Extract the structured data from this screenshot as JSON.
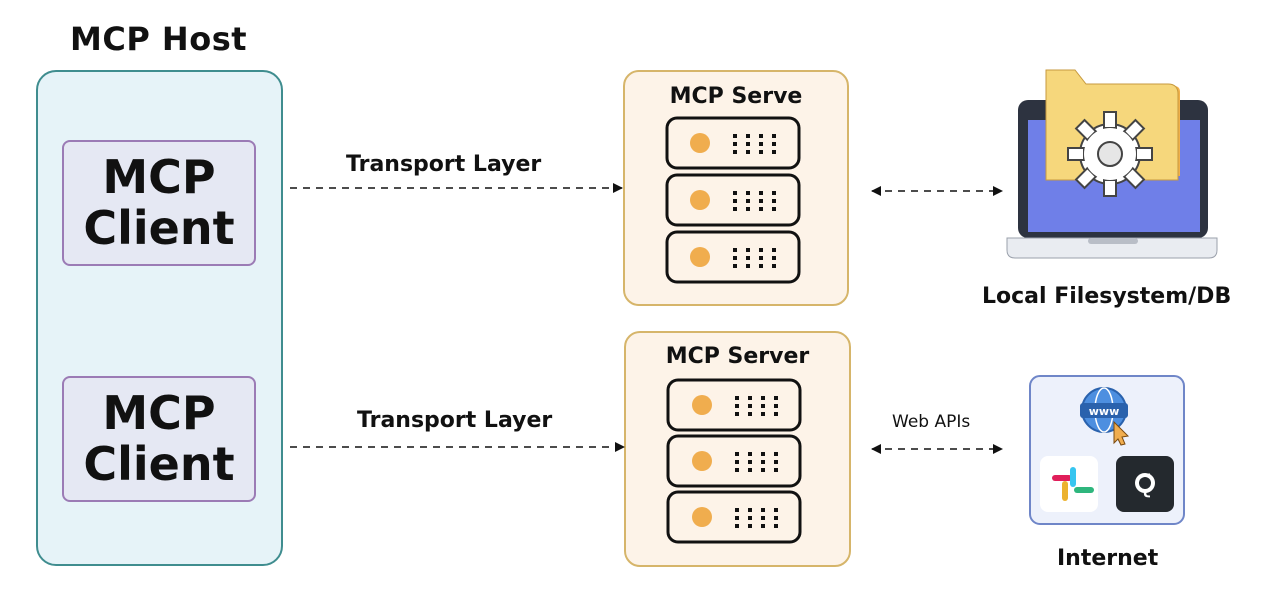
{
  "host": {
    "title": "MCP Host"
  },
  "clients": [
    {
      "label": "MCP\nClient"
    },
    {
      "label": "MCP\nClient"
    }
  ],
  "transports": [
    {
      "label": "Transport Layer"
    },
    {
      "label": "Transport Layer"
    }
  ],
  "servers": [
    {
      "title": "MCP Serve"
    },
    {
      "title": "MCP Server"
    }
  ],
  "targets": {
    "local": {
      "label": "Local Filesystem/DB"
    },
    "internet": {
      "label": "Internet",
      "www_label": "www"
    },
    "web_api": {
      "label": "Web APIs"
    }
  },
  "colors": {
    "host_fill": "#e6f3f8",
    "host_border": "#3f8d8f",
    "client_fill": "#e5e8f3",
    "client_border": "#9b7bb5",
    "server_fill": "#fdf3e8",
    "server_border": "#d6b56a",
    "led": "#f0ad4e"
  }
}
